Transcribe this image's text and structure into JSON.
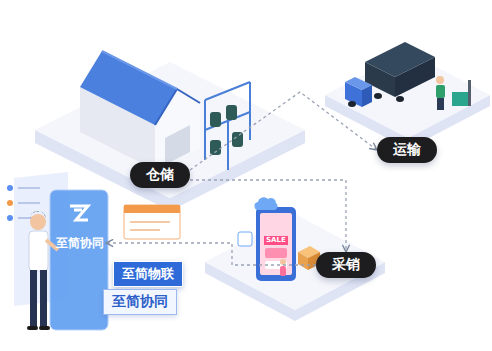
{
  "diagram": {
    "nodes": [
      {
        "text": [
          "仓储"
        ]
      },
      {
        "text": [
          "运输"
        ]
      },
      {
        "text": [
          "采销"
        ]
      },
      {
        "text": [
          "至简协同"
        ]
      },
      {
        "text": [
          "至简物联"
        ]
      },
      {
        "text": [
          "至简协同"
        ]
      }
    ],
    "edges": [
      {
        "from": 0,
        "to": 1,
        "arrow": "to"
      },
      {
        "from": 0,
        "to": 2,
        "arrow": "to"
      },
      {
        "from": 2,
        "to": 3,
        "arrow": "to"
      }
    ],
    "labels": [
      "SALE"
    ]
  }
}
